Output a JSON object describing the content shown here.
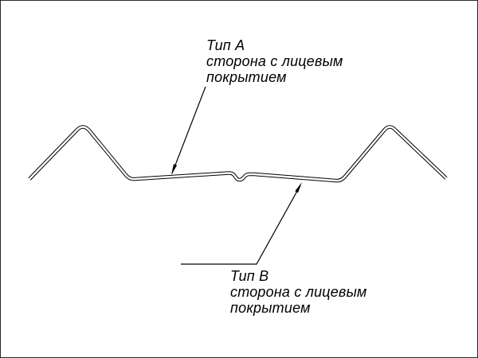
{
  "diagram": {
    "background_color": "#ffffff",
    "stroke_color": "#000000",
    "labels": {
      "type_a": {
        "title": "Тип А",
        "line1": "сторона с лицевым",
        "line2": "покрытием"
      },
      "type_b": {
        "title": "Тип В",
        "line1": "сторона с лицевым",
        "line2": "покрытием"
      }
    }
  }
}
